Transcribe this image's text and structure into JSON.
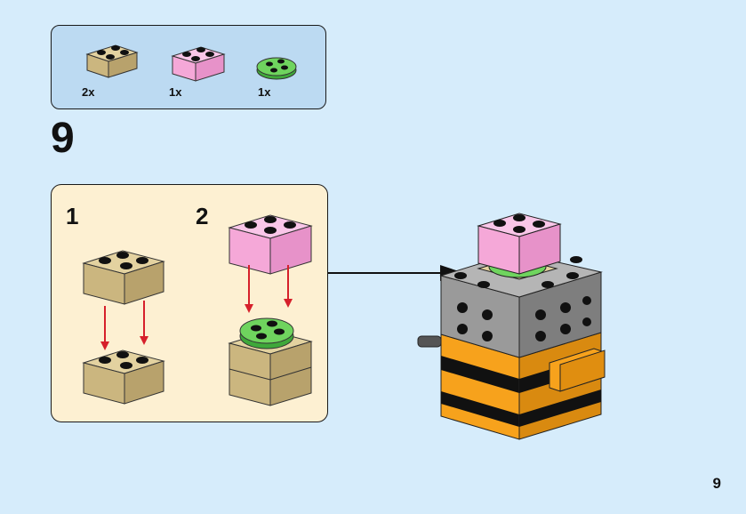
{
  "parts": [
    {
      "name": "tan-2x2-brick",
      "qty": "2x"
    },
    {
      "name": "pink-2x2-brick",
      "qty": "1x"
    },
    {
      "name": "green-round-plate",
      "qty": "1x"
    }
  ],
  "step": {
    "number": "9"
  },
  "substeps": [
    {
      "label": "1"
    },
    {
      "label": "2"
    }
  ],
  "page": {
    "number": "9"
  },
  "colors": {
    "background": "#d6ecfb",
    "parts_panel": "#bcdaf2",
    "sub_panel": "#fdf0d2",
    "tan": "#cbb67f",
    "pink": "#f5a8d8",
    "green": "#5fc94f",
    "arrow": "#d6202b",
    "gray": "#9a9a9a",
    "orange": "#f7a21c"
  }
}
